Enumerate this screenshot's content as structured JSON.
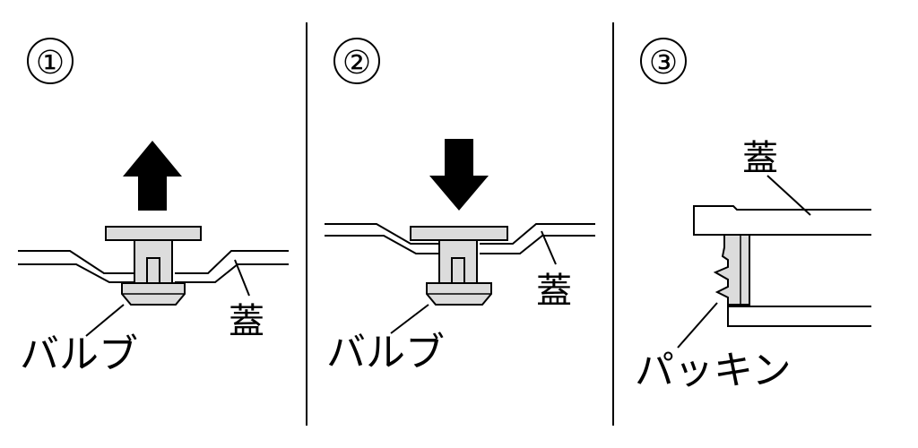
{
  "panels": [
    {
      "number": "①",
      "parts": {
        "bulb": "バルブ",
        "lid": "蓋"
      },
      "arrow": "up"
    },
    {
      "number": "②",
      "parts": {
        "bulb": "バルブ",
        "lid": "蓋"
      },
      "arrow": "down"
    },
    {
      "number": "③",
      "parts": {
        "lid": "蓋",
        "gasket": "パッキン"
      }
    }
  ],
  "colors": {
    "line": "#000000",
    "part_fill": "#dcdcdc",
    "background": "#ffffff"
  }
}
